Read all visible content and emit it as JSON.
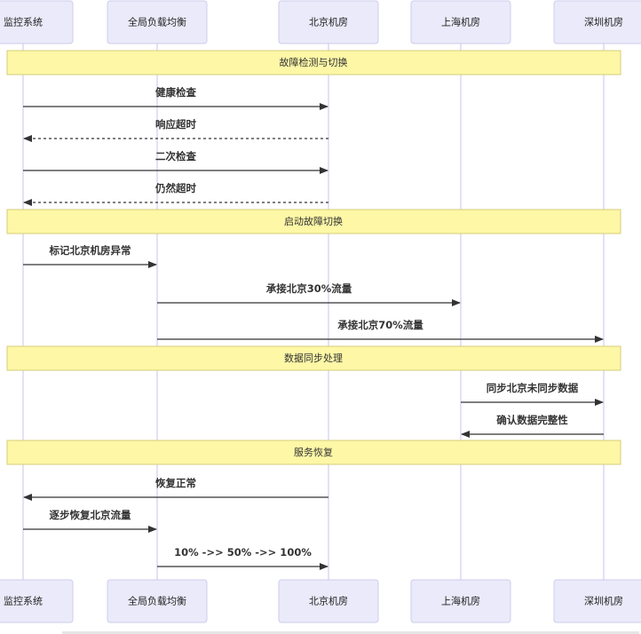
{
  "participants": [
    {
      "id": "mon",
      "label": "监控系统"
    },
    {
      "id": "lb",
      "label": "全局负载均衡"
    },
    {
      "id": "bj",
      "label": "北京机房"
    },
    {
      "id": "sh",
      "label": "上海机房"
    },
    {
      "id": "sz",
      "label": "深圳机房"
    }
  ],
  "sections": [
    {
      "label": "故障检测与切换"
    },
    {
      "label": "启动故障切换"
    },
    {
      "label": "数据同步处理"
    },
    {
      "label": "服务恢复"
    }
  ],
  "messages": [
    {
      "from": "mon",
      "to": "bj",
      "text": "健康检查",
      "dashed": false
    },
    {
      "from": "bj",
      "to": "mon",
      "text": "响应超时",
      "dashed": true
    },
    {
      "from": "mon",
      "to": "bj",
      "text": "二次检查",
      "dashed": false
    },
    {
      "from": "bj",
      "to": "mon",
      "text": "仍然超时",
      "dashed": true
    },
    {
      "from": "mon",
      "to": "lb",
      "text": "标记北京机房异常",
      "dashed": false
    },
    {
      "from": "lb",
      "to": "sh",
      "text": "承接北京30%流量",
      "dashed": false
    },
    {
      "from": "lb",
      "to": "sz",
      "text": "承接北京70%流量",
      "dashed": false
    },
    {
      "from": "sh",
      "to": "sz",
      "text": "同步北京未同步数据",
      "dashed": false
    },
    {
      "from": "sz",
      "to": "sh",
      "text": "确认数据完整性",
      "dashed": false
    },
    {
      "from": "bj",
      "to": "mon",
      "text": "恢复正常",
      "dashed": false
    },
    {
      "from": "mon",
      "to": "lb",
      "text": "逐步恢复北京流量",
      "dashed": false
    },
    {
      "from": "lb",
      "to": "bj",
      "text": "10% ->> 50% ->> 100%",
      "dashed": false
    }
  ]
}
